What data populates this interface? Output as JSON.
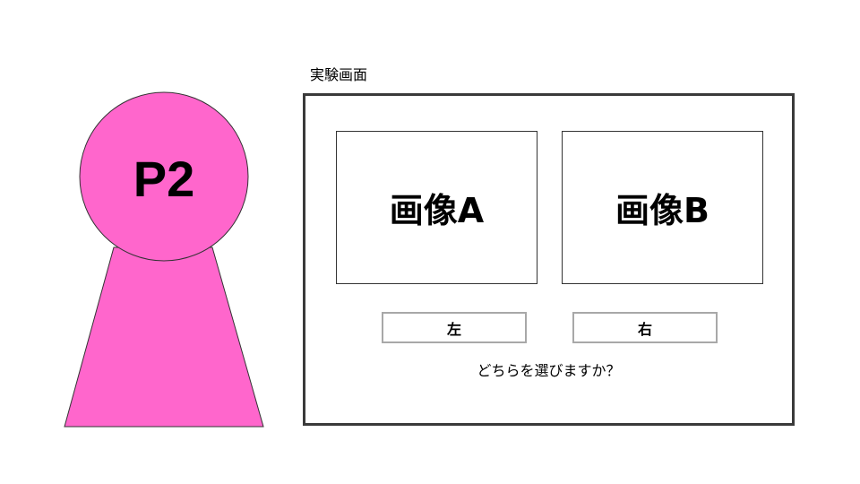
{
  "participant": {
    "label": "P2",
    "color": "#ff66cc",
    "outline": "#333333"
  },
  "screen": {
    "title": "実験画面",
    "image_a": "画像A",
    "image_b": "画像B",
    "left_button": "左",
    "right_button": "右",
    "question": "どちらを選びますか？"
  }
}
